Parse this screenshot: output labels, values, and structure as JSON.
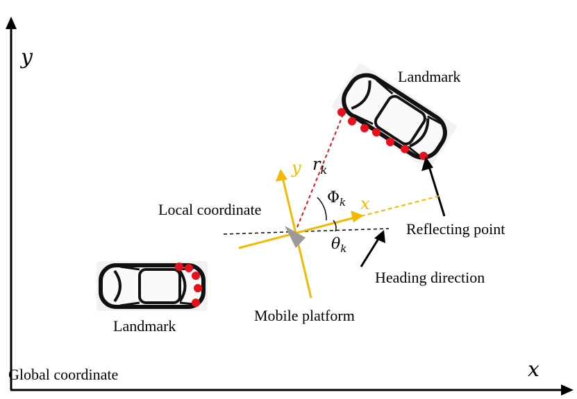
{
  "labels": {
    "axis_x": "x",
    "axis_y": "y",
    "global_coordinate": "Global coordinate",
    "landmark_top": "Landmark",
    "landmark_bottom": "Landmark",
    "reflecting_point": "Reflecting point",
    "heading_direction": "Heading direction",
    "local_coordinate": "Local coordinate",
    "mobile_platform": "Mobile platform",
    "local_x": "x",
    "local_y": "y",
    "range_symbol": "r",
    "range_subscript": "k",
    "phi_symbol": "Φ",
    "phi_subscript": "k",
    "theta_symbol": "θ",
    "theta_subscript": "k"
  },
  "colors": {
    "axis": "#000000",
    "local_axes": "#f5b800",
    "reflect_points": "#e8101a",
    "range_line": "#e8101a",
    "platform": "#9a9a9a",
    "car_fill": "#f2f2f2",
    "car_outline": "#111111"
  },
  "icons": {
    "platform": "triangle-icon",
    "landmark": "car-icon"
  }
}
